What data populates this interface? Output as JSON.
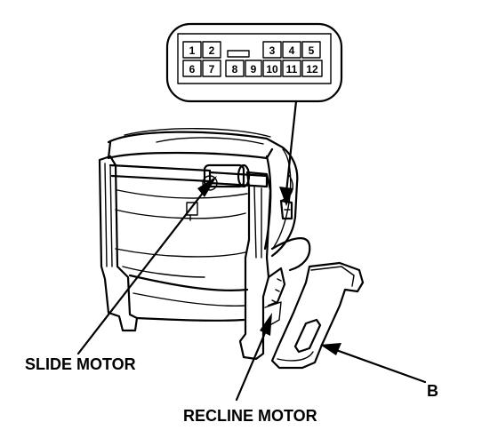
{
  "connector": {
    "top_row": [
      "1",
      "2",
      "3",
      "4",
      "5"
    ],
    "bottom_row": [
      "6",
      "7",
      "8",
      "9",
      "10",
      "11",
      "12"
    ]
  },
  "labels": {
    "slide_motor": "SLIDE MOTOR",
    "recline_motor": "RECLINE MOTOR",
    "part_b": "B"
  }
}
